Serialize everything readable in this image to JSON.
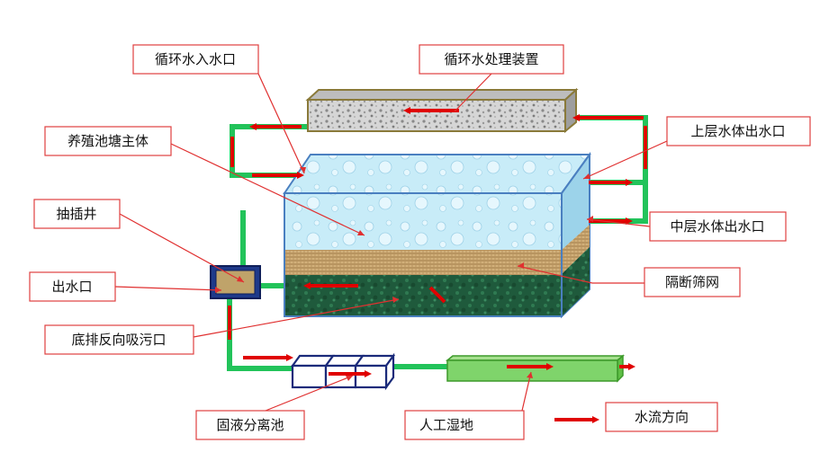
{
  "labels": {
    "recirculation_inlet": "循环水入水口",
    "recirculation_treatment": "循环水处理装置",
    "pond_body": "养殖池塘主体",
    "upper_outlet": "上层水体出水口",
    "middle_outlet": "中层水体出水口",
    "drain_well": "抽插井",
    "outlet": "出水口",
    "isolation_screen": "隔断筛网",
    "bottom_suction": "底排反向吸污口",
    "solid_liquid_separator": "固液分离池",
    "constructed_wetland": "人工湿地"
  },
  "legend": {
    "flow_direction": "水流方向"
  },
  "colors": {
    "pipe": "#22c35a",
    "flow_arrow": "#e00000",
    "leader_line": "#e03030",
    "label_border": "#e04040",
    "tank_edge": "#4a7fc0",
    "water": "#bfe6f5",
    "mesh": "#c9a56a",
    "sediment": "#1e5a3a",
    "treatment_box": "#cfcfcf",
    "wetland": "#7fd46b",
    "separator_edge": "#1a2a7a"
  }
}
